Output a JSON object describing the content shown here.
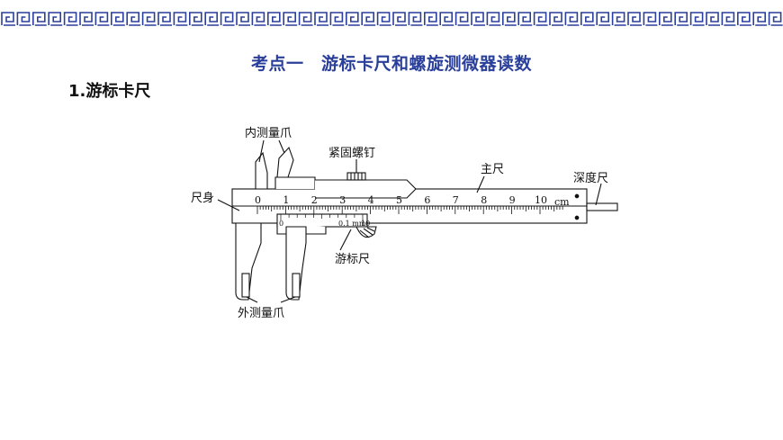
{
  "header": {
    "title": "考点一　游标卡尺和螺旋测微器读数"
  },
  "section": {
    "heading": "1.游标卡尺"
  },
  "diagram": {
    "labels": {
      "inner_jaws": "内测量爪",
      "locking_screw": "紧固螺钉",
      "main_scale": "主尺",
      "depth_rod": "深度尺",
      "body": "尺身",
      "vernier": "游标尺",
      "outer_jaws": "外测量爪"
    },
    "main_scale_numbers": [
      "0",
      "1",
      "2",
      "3",
      "4",
      "5",
      "6",
      "7",
      "8",
      "9",
      "10"
    ],
    "unit": "cm",
    "vernier_numbers": [
      "0",
      "10"
    ],
    "vernier_precision": "0.1 mm"
  }
}
